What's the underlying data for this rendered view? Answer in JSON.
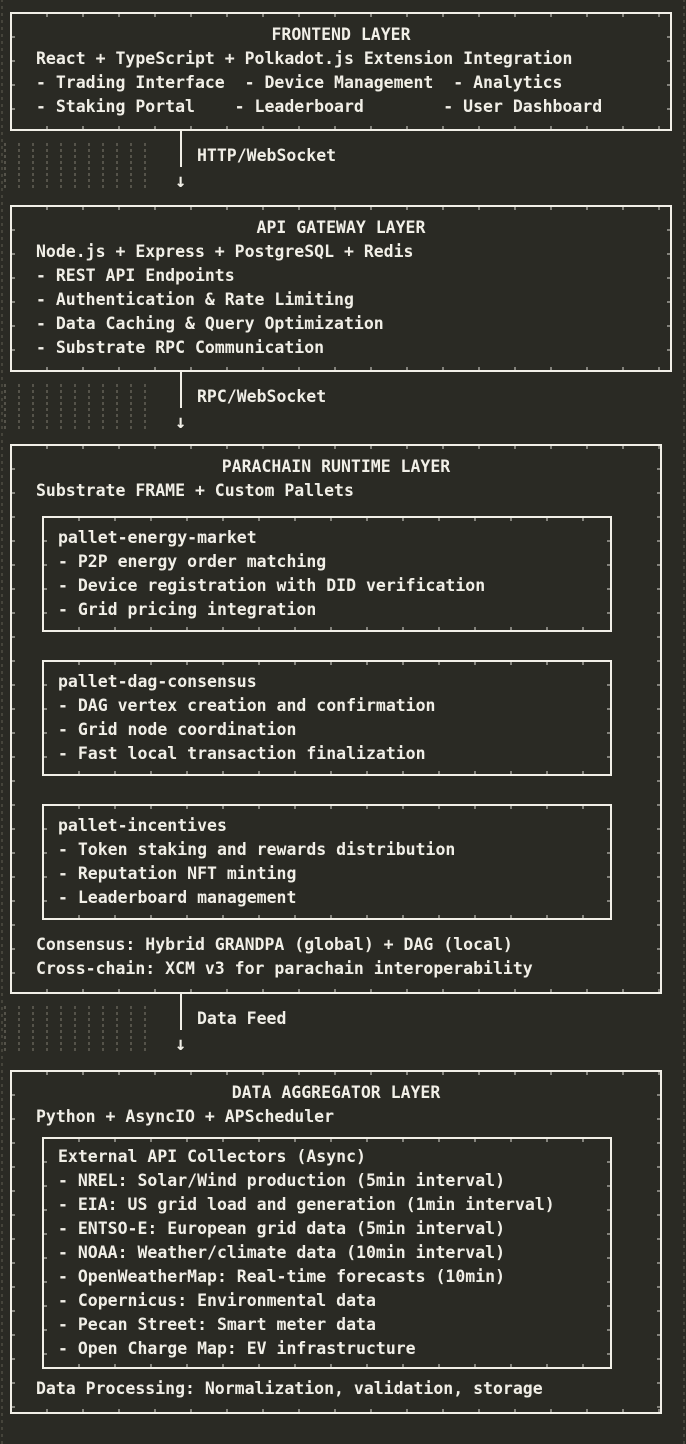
{
  "theme": {
    "background": "#2a2a24",
    "foreground": "#f1efe7",
    "faint_dots": "#55534a"
  },
  "frontend": {
    "title": "FRONTEND LAYER",
    "lines": [
      "React + TypeScript + Polkadot.js Extension Integration",
      "- Trading Interface  - Device Management  - Analytics",
      "- Staking Portal    - Leaderboard        - User Dashboard"
    ]
  },
  "connector_http": {
    "label": "HTTP/WebSocket",
    "arrow": "↓"
  },
  "api_gateway": {
    "title": "API GATEWAY LAYER",
    "lines": [
      "Node.js + Express + PostgreSQL + Redis",
      "- REST API Endpoints",
      "- Authentication & Rate Limiting",
      "- Data Caching & Query Optimization",
      "- Substrate RPC Communication"
    ]
  },
  "connector_rpc": {
    "label": "RPC/WebSocket",
    "arrow": "↓"
  },
  "parachain": {
    "title": "PARACHAIN RUNTIME LAYER",
    "intro": "Substrate FRAME + Custom Pallets",
    "pallets": [
      {
        "name": "pallet-energy-market",
        "features": [
          "- P2P energy order matching",
          "- Device registration with DID verification",
          "- Grid pricing integration"
        ]
      },
      {
        "name": "pallet-dag-consensus",
        "features": [
          "- DAG vertex creation and confirmation",
          "- Grid node coordination",
          "- Fast local transaction finalization"
        ]
      },
      {
        "name": "pallet-incentives",
        "features": [
          "- Token staking and rewards distribution",
          "- Reputation NFT minting",
          "- Leaderboard management"
        ]
      }
    ],
    "consensus": "Consensus: Hybrid GRANDPA (global) + DAG (local)",
    "crosschain": "Cross-chain: XCM v3 for parachain interoperability"
  },
  "connector_feed": {
    "label": "Data Feed",
    "arrow": "↓"
  },
  "aggregator": {
    "title": "DATA AGGREGATOR LAYER",
    "intro": "Python + AsyncIO + APScheduler",
    "collectors_title": "External API Collectors (Async)",
    "collectors": [
      "- NREL: Solar/Wind production (5min interval)",
      "- EIA: US grid load and generation (1min interval)",
      "- ENTSO-E: European grid data (5min interval)",
      "- NOAA: Weather/climate data (10min interval)",
      "- OpenWeatherMap: Real-time forecasts (10min)",
      "- Copernicus: Environmental data",
      "- Pecan Street: Smart meter data",
      "- Open Charge Map: EV infrastructure"
    ],
    "footer": "Data Processing: Normalization, validation, storage"
  }
}
